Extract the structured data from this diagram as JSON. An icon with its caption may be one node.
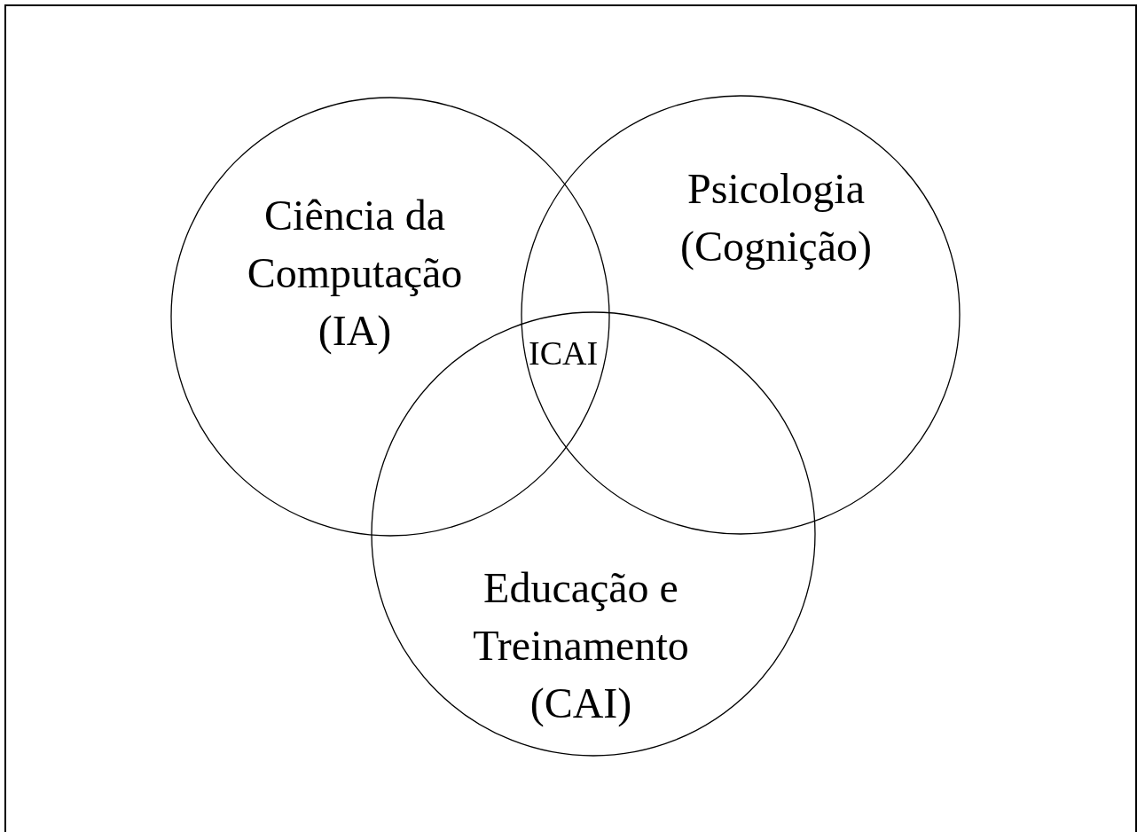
{
  "diagram": {
    "nodes": [
      {
        "text": [
          "Ciência da Computação (IA)"
        ]
      },
      {
        "text": [
          "Psicologia (Cognição)"
        ]
      },
      {
        "text": [
          "Educação e Treinamento (CAI)"
        ]
      }
    ],
    "labels": [
      "ICAI"
    ]
  }
}
